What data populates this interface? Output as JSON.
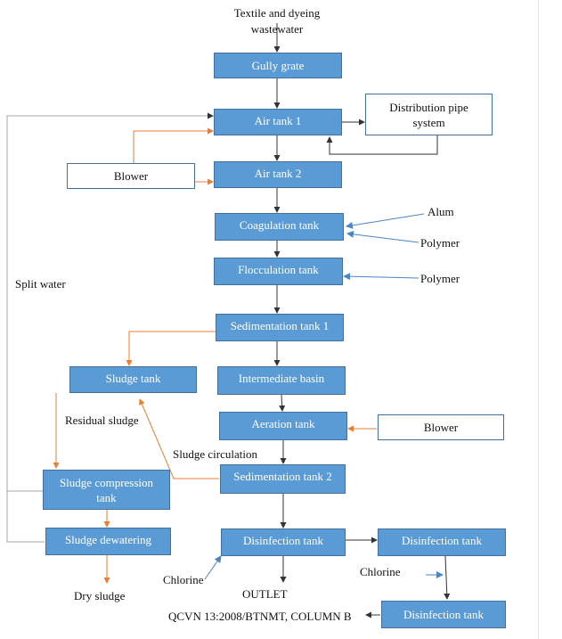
{
  "input_label": "Textile and dyeing wastewater",
  "boxes": {
    "gully_grate": "Gully grate",
    "air_tank_1": "Air tank 1",
    "distribution_pipe": "Distribution pipe system",
    "blower_1": "Blower",
    "air_tank_2": "Air tank 2",
    "coagulation_tank": "Coagulation tank",
    "flocculation_tank": "Flocculation tank",
    "sedimentation_tank_1": "Sedimentation tank 1",
    "sludge_tank": "Sludge tank",
    "intermediate_basin": "Intermediate basin",
    "aeration_tank": "Aeration tank",
    "blower_2": "Blower",
    "sedimentation_tank_2": "Sedimentation tank 2",
    "sludge_compression_tank": "Sludge compression tank",
    "sludge_dewatering": "Sludge dewatering",
    "disinfection_tank_1": "Disinfection tank",
    "disinfection_tank_2": "Disinfection tank",
    "disinfection_tank_3": "Disinfection tank"
  },
  "labels": {
    "alum": "Alum",
    "polymer_1": "Polymer",
    "polymer_2": "Polymer",
    "split_water": "Split water",
    "residual_sludge": "Residual sludge",
    "sludge_circulation": "Sludge circulation",
    "chlorine_1": "Chlorine",
    "chlorine_2": "Chlorine",
    "dry_sludge": "Dry sludge",
    "outlet": "OUTLET",
    "standard": "QCVN 13:2008/BTNMT, COLUMN B"
  },
  "colors": {
    "box_fill": "#5b9bd5",
    "box_border": "#41719c",
    "main_flow": "#333333",
    "air_flow": "#ed7d31",
    "chemical_flow": "#4a86c5",
    "split_water_line": "#a6a6a6"
  }
}
